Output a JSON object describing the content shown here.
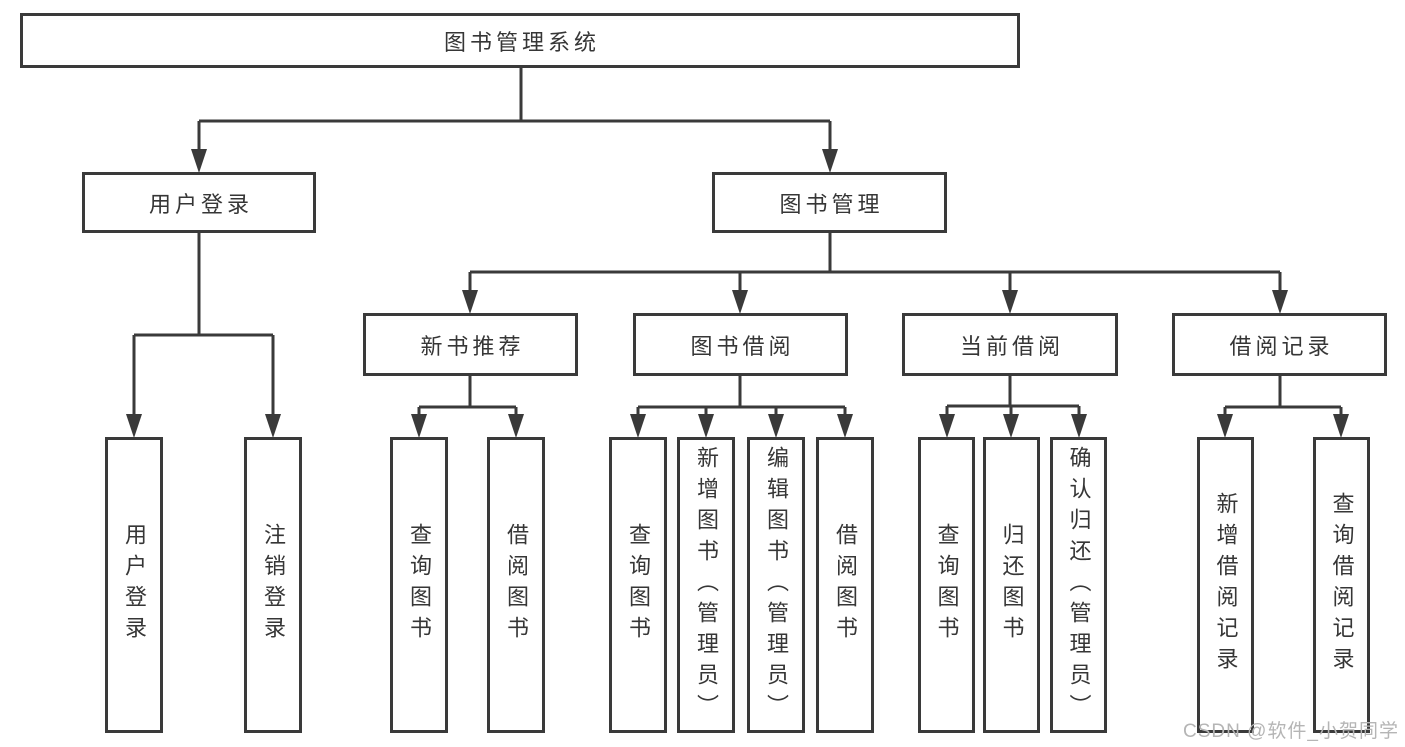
{
  "tree": {
    "label": "图书管理系统",
    "children": [
      {
        "label": "用户登录",
        "children": [
          {
            "label": "用户登录"
          },
          {
            "label": "注销登录"
          }
        ]
      },
      {
        "label": "图书管理",
        "children": [
          {
            "label": "新书推荐",
            "children": [
              {
                "label": "查询图书"
              },
              {
                "label": "借阅图书"
              }
            ]
          },
          {
            "label": "图书借阅",
            "children": [
              {
                "label": "查询图书"
              },
              {
                "label": "新增图书（管理员）"
              },
              {
                "label": "编辑图书（管理员）"
              },
              {
                "label": "借阅图书"
              }
            ]
          },
          {
            "label": "当前借阅",
            "children": [
              {
                "label": "查询图书"
              },
              {
                "label": "归还图书"
              },
              {
                "label": "确认归还（管理员）"
              }
            ]
          },
          {
            "label": "借阅记录",
            "children": [
              {
                "label": "新增借阅记录"
              },
              {
                "label": "查询借阅记录"
              }
            ]
          }
        ]
      }
    ]
  },
  "watermark": {
    "text": "CSDN @软件_小贺同学"
  },
  "colors": {
    "line": "#3a3a3a",
    "text": "#363636",
    "background": "#ffffff",
    "watermark": "#b5b5b5"
  }
}
